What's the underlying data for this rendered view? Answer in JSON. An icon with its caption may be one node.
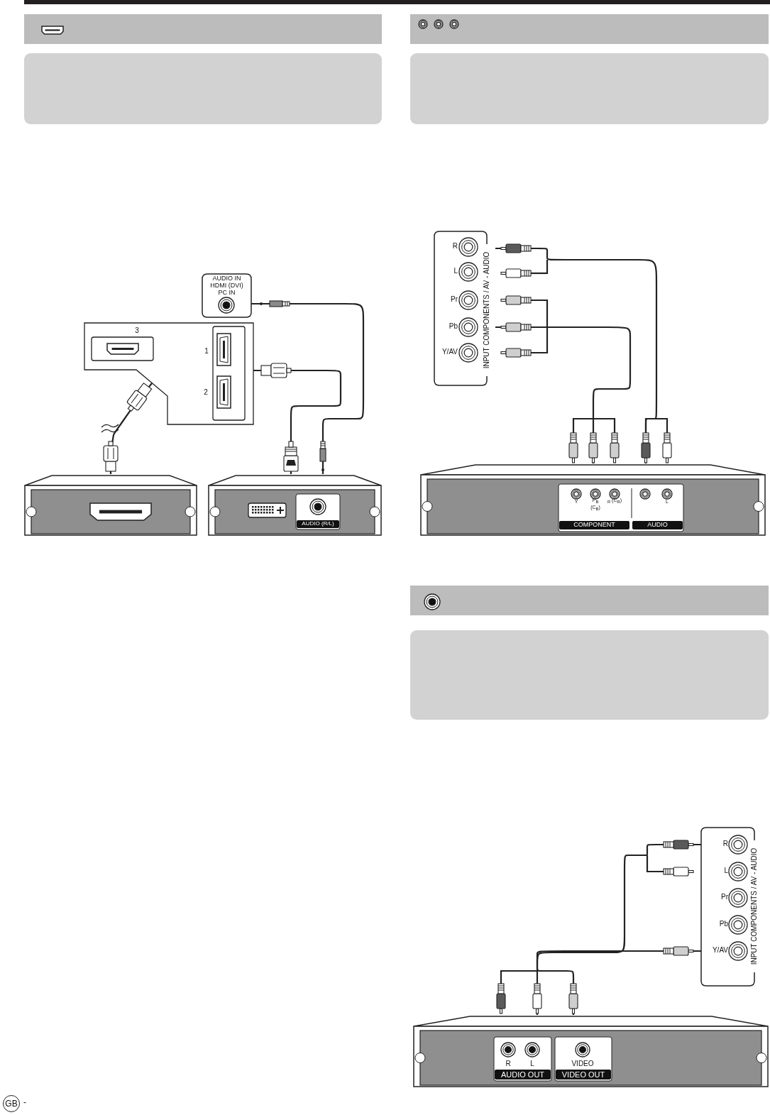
{
  "diagram": {
    "nodes": [
      {
        "text": [
          "3",
          "1",
          "2"
        ]
      },
      {
        "text": [
          "AUDIO IN HDMI (DVI) PC IN"
        ]
      },
      {
        "text": [],
        "shape": "box"
      },
      {
        "text": [],
        "shape": "box"
      },
      {
        "text": [
          "AUDIO (R/L)"
        ],
        "in": 3
      },
      {
        "text": [
          "R",
          "L",
          "Pr",
          "Pb",
          "Y/AV",
          "INPUT COMPONENTS / AV - AUDIO"
        ]
      },
      {
        "text": [],
        "shape": "box"
      },
      {
        "text": [
          "Y",
          "P$_{B}$ (C$_{B}$)",
          "$_{R}$ (C$_{R}$)",
          "L",
          "COMPONENT",
          "AUDIO"
        ],
        "in": 6
      },
      {
        "text": [
          "R",
          "L",
          "Pr",
          "Pb",
          "Y/AV",
          "INPUT COMPONENTS / AV - AUDIO"
        ]
      },
      {
        "text": [],
        "shape": "box"
      },
      {
        "text": [
          "R",
          "L",
          "AUDIO OUT"
        ],
        "in": 9
      },
      {
        "text": [
          "VIDEO",
          "VIDEO OUT"
        ],
        "in": 9
      },
      {
        "text": [],
        "shape": "box"
      },
      {
        "text": [],
        "shape": "box"
      },
      {
        "text": [],
        "shape": "box"
      }
    ],
    "edges": [
      {
        "from": 2,
        "to": 0,
        "arrow": "other"
      },
      {
        "from": 3,
        "to": 0,
        "arrow": "other"
      },
      {
        "from": 3,
        "to": 1,
        "arrow": "other"
      },
      {
        "from": 6,
        "to": 5,
        "arrow": "other"
      },
      {
        "from": 6,
        "to": 5,
        "arrow": "other"
      },
      {
        "from": 9,
        "to": 8,
        "arrow": "other"
      },
      {
        "from": 9,
        "to": 8,
        "arrow": "other"
      }
    ],
    "labels": [
      "GB",
      "-"
    ]
  }
}
